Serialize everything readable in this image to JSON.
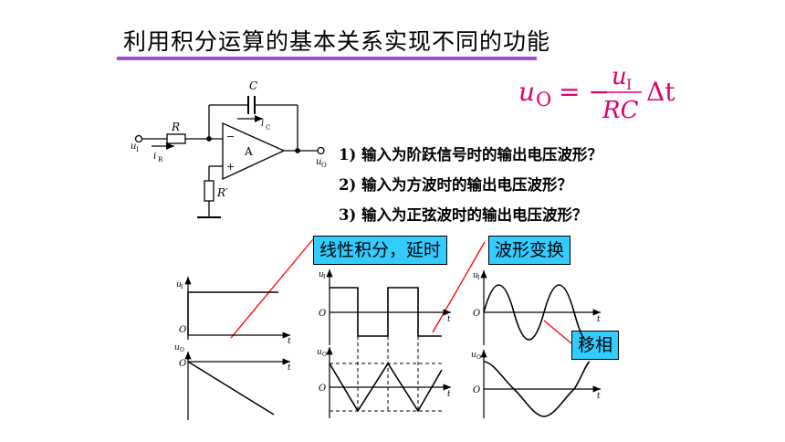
{
  "title": "利用积分运算的基本关系实现不同的功能",
  "formula": {
    "lhs": "u",
    "lhs_sub": "O",
    "eq": "= −",
    "num": "u",
    "num_sub": "I",
    "den": "RC",
    "delta_t": "Δt"
  },
  "circuit": {
    "cap_label": "C",
    "ic_label": "i",
    "ic_sub": "C",
    "r_label": "R",
    "ui_label": "u",
    "ui_sub": "I",
    "ir_label": "i",
    "ir_sub": "R",
    "opamp_label": "A",
    "minus": "−",
    "plus": "+",
    "rprime_label": "R′",
    "uo_label": "u",
    "uo_sub": "O"
  },
  "questions": [
    "1) 输入为阶跃信号时的输出电压波形？",
    "2) 输入为方波时的输出电压波形？",
    "3) 输入为正弦波时的输出电压波形？"
  ],
  "callouts": {
    "linear": "线性积分，延时",
    "wave": "波形变换",
    "phase": "移相"
  },
  "plots": {
    "ui": "u",
    "ui_sub": "I",
    "uo": "u",
    "uo_sub": "O",
    "origin": "O",
    "t": "t"
  },
  "colors": {
    "title_rule": "#9b4fd0",
    "formula": "#e0006e",
    "callout_fill": "#33ccff",
    "callout_line": "#ff0000"
  }
}
